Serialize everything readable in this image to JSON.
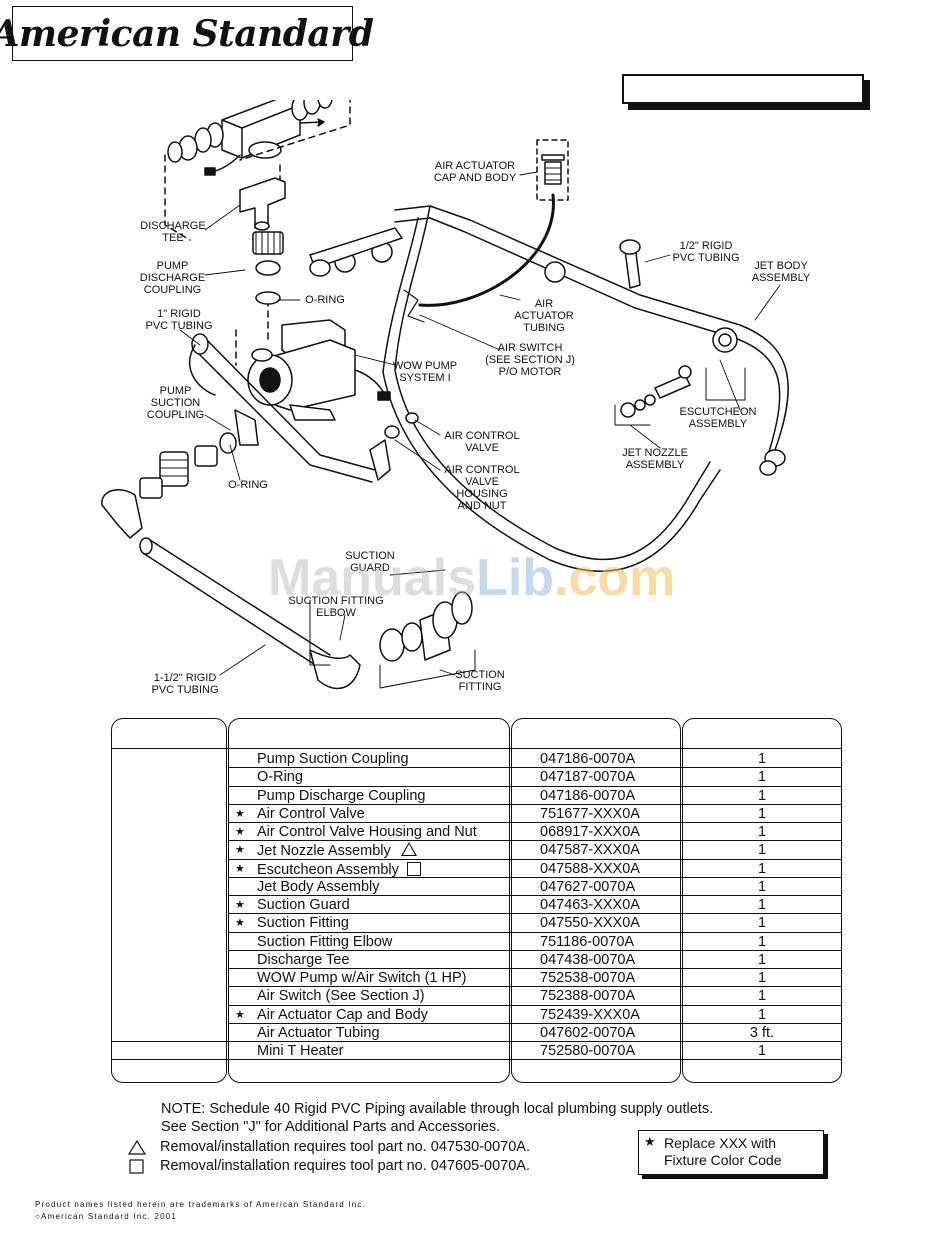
{
  "brand": {
    "logo": "American Standard"
  },
  "diagram": {
    "labels": {
      "discharge_tee": [
        "DISCHARGE",
        "TEE"
      ],
      "pump_discharge_coupling": [
        "PUMP",
        "DISCHARGE",
        "COUPLING"
      ],
      "o_ring_upper": "O-RING",
      "rigid_tubing_1in": [
        "1\" RIGID",
        "PVC TUBING"
      ],
      "pump_suction_coupling": [
        "PUMP",
        "SUCTION",
        "COUPLING"
      ],
      "o_ring_lower": "O-RING",
      "air_actuator_cap": [
        "AIR ACTUATOR",
        "CAP AND BODY"
      ],
      "air_actuator_tubing": [
        "AIR",
        "ACTUATOR",
        "TUBING"
      ],
      "air_switch": [
        "AIR SWITCH",
        "(SEE SECTION J)",
        "P/O MOTOR"
      ],
      "wow_pump": [
        "WOW PUMP",
        "SYSTEM I"
      ],
      "air_control_valve": [
        "AIR CONTROL",
        "VALVE"
      ],
      "air_control_valve_housing": [
        "AIR CONTROL",
        "VALVE",
        "HOUSING",
        "AND NUT"
      ],
      "rigid_tubing_half": [
        "1/2\" RIGID",
        "PVC TUBING"
      ],
      "jet_body_assembly": [
        "JET BODY",
        "ASSEMBLY"
      ],
      "escutcheon_assembly": [
        "ESCUTCHEON",
        "ASSEMBLY"
      ],
      "jet_nozzle_assembly": [
        "JET NOZZLE",
        "ASSEMBLY"
      ],
      "suction_guard": [
        "SUCTION",
        "GUARD"
      ],
      "suction_fitting_elbow": [
        "SUCTION FITTING",
        "ELBOW"
      ],
      "rigid_tubing_1half": [
        "1-1/2\" RIGID",
        "PVC TUBING"
      ],
      "suction_fitting": [
        "SUCTION",
        "FITTING"
      ]
    },
    "watermark": {
      "part1": "Manuals",
      "part2": "Lib",
      "part3": ".com"
    }
  },
  "parts": [
    {
      "star": false,
      "description": "Pump Suction Coupling",
      "part_no": "047186-0070A",
      "qty": "1"
    },
    {
      "star": false,
      "description": "O-Ring",
      "part_no": "047187-0070A",
      "qty": "1"
    },
    {
      "star": false,
      "description": "Pump Discharge Coupling",
      "part_no": "047186-0070A",
      "qty": "1"
    },
    {
      "star": true,
      "description": "Air Control Valve",
      "part_no": "751677-XXX0A",
      "qty": "1"
    },
    {
      "star": true,
      "description": "Air Control Valve Housing and Nut",
      "part_no": "068917-XXX0A",
      "qty": "1"
    },
    {
      "star": true,
      "description": "Jet Nozzle Assembly",
      "part_no": "047587-XXX0A",
      "qty": "1",
      "symbol": "triangle"
    },
    {
      "star": true,
      "description": "Escutcheon Assembly",
      "part_no": "047588-XXX0A",
      "qty": "1",
      "symbol": "square"
    },
    {
      "star": false,
      "description": "Jet Body Assembly",
      "part_no": "047627-0070A",
      "qty": "1"
    },
    {
      "star": true,
      "description": "Suction Guard",
      "part_no": "047463-XXX0A",
      "qty": "1"
    },
    {
      "star": true,
      "description": "Suction Fitting",
      "part_no": "047550-XXX0A",
      "qty": "1"
    },
    {
      "star": false,
      "description": "Suction Fitting Elbow",
      "part_no": "751186-0070A",
      "qty": "1"
    },
    {
      "star": false,
      "description": "Discharge Tee",
      "part_no": "047438-0070A",
      "qty": "1"
    },
    {
      "star": false,
      "description": "WOW Pump w/Air Switch (1 HP)",
      "part_no": "752538-0070A",
      "qty": "1"
    },
    {
      "star": false,
      "description": "Air Switch (See Section J)",
      "part_no": "752388-0070A",
      "qty": "1"
    },
    {
      "star": true,
      "description": "Air Actuator Cap and Body",
      "part_no": "752439-XXX0A",
      "qty": "1"
    },
    {
      "star": false,
      "description": "Air Actuator Tubing",
      "part_no": "047602-0070A",
      "qty": "3 ft."
    },
    {
      "star": false,
      "description": "Mini T Heater",
      "part_no": "752580-0070A",
      "qty": "1"
    }
  ],
  "notes": {
    "line1": "NOTE:  Schedule 40 Rigid PVC Piping available through local plumbing supply outlets.",
    "line2": "See Section \"J\" for Additional Parts and Accessories.",
    "triangle_note": "Removal/installation requires tool part no. 047530-0070A.",
    "square_note": "Removal/installation requires tool part no. 047605-0070A.",
    "legend_line1": "Replace XXX with",
    "legend_line2": "Fixture Color Code",
    "legend_star": "★"
  },
  "footer": {
    "trademark": "Product names listed herein are trademarks of American Standard Inc.",
    "copyright": "American Standard Inc. 2001",
    "copyright_symbol": "○"
  }
}
